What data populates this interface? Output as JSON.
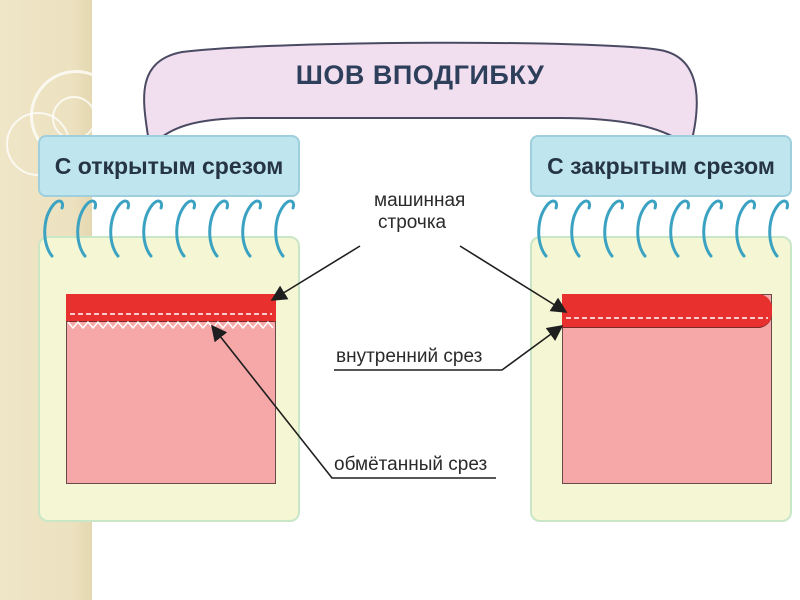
{
  "title": "ШОВ ВПОДГИБКУ",
  "left_card": {
    "heading": "С открытым срезом"
  },
  "right_card": {
    "heading": "С закрытым срезом"
  },
  "labels": {
    "stitch_line1": "машинная",
    "stitch_line2": "строчка",
    "inner_edge": "внутренний срез",
    "overlocked_edge": "обмётанный срез"
  },
  "colors": {
    "cloud_fill": "#f1dff0",
    "cloud_stroke": "#4a4a63",
    "card_head": "#bfe5ef",
    "card_body": "#f4f6d4",
    "fabric": "#f5a8a7",
    "hem_strip": "#e8302f",
    "spiral": "#3ba2c2"
  }
}
